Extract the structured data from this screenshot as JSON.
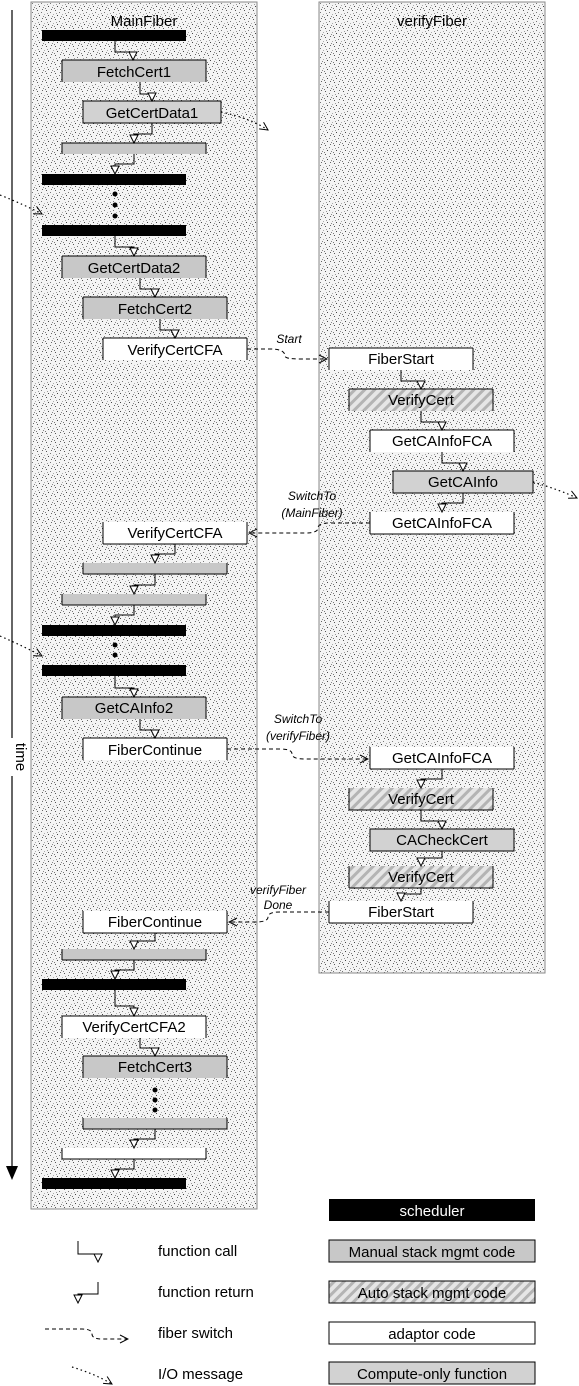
{
  "lanes": {
    "main": "MainFiber",
    "verify": "verifyFiber"
  },
  "time_label": "time",
  "colors": {
    "scheduler": "#000000",
    "manual": "#c8c8c8",
    "auto_stripe": "#b4b4b4",
    "adaptor": "#ffffff",
    "compute": "#d2d2d2"
  },
  "main_blocks": {
    "fetch_cert1": "FetchCert1",
    "get_cert_data1": "GetCertData1",
    "get_cert_data2": "GetCertData2",
    "fetch_cert2": "FetchCert2",
    "verify_cert_cfa_a": "VerifyCertCFA",
    "verify_cert_cfa_b": "VerifyCertCFA",
    "get_ca_info2": "GetCAInfo2",
    "fiber_continue_a": "FiberContinue",
    "fiber_continue_b": "FiberContinue",
    "verify_cert_cfa2": "VerifyCertCFA2",
    "fetch_cert3": "FetchCert3"
  },
  "verify_blocks": {
    "fiber_start_a": "FiberStart",
    "verify_cert_a": "VerifyCert",
    "get_ca_info_fca_a": "GetCAInfoFCA",
    "get_ca_info": "GetCAInfo",
    "get_ca_info_fca_b": "GetCAInfoFCA",
    "get_ca_info_fca_c": "GetCAInfoFCA",
    "verify_cert_b": "VerifyCert",
    "ca_check_cert": "CACheckCert",
    "verify_cert_c": "VerifyCert",
    "fiber_start_b": "FiberStart"
  },
  "switch_labels": {
    "start": "Start",
    "switch_to_main_1": "SwitchTo",
    "switch_to_main_2": "(MainFiber)",
    "switch_to_verify_1": "SwitchTo",
    "switch_to_verify_2": "(verifyFiber)",
    "verify_done_1": "verifyFiber",
    "verify_done_2": "Done"
  },
  "legend": {
    "scheduler": "scheduler",
    "manual": "Manual stack mgmt code",
    "auto": "Auto stack mgmt code",
    "adaptor": "adaptor code",
    "compute": "Compute-only function",
    "function_call": "function call",
    "function_return": "function return",
    "fiber_switch": "fiber switch",
    "io_message": "I/O message"
  }
}
